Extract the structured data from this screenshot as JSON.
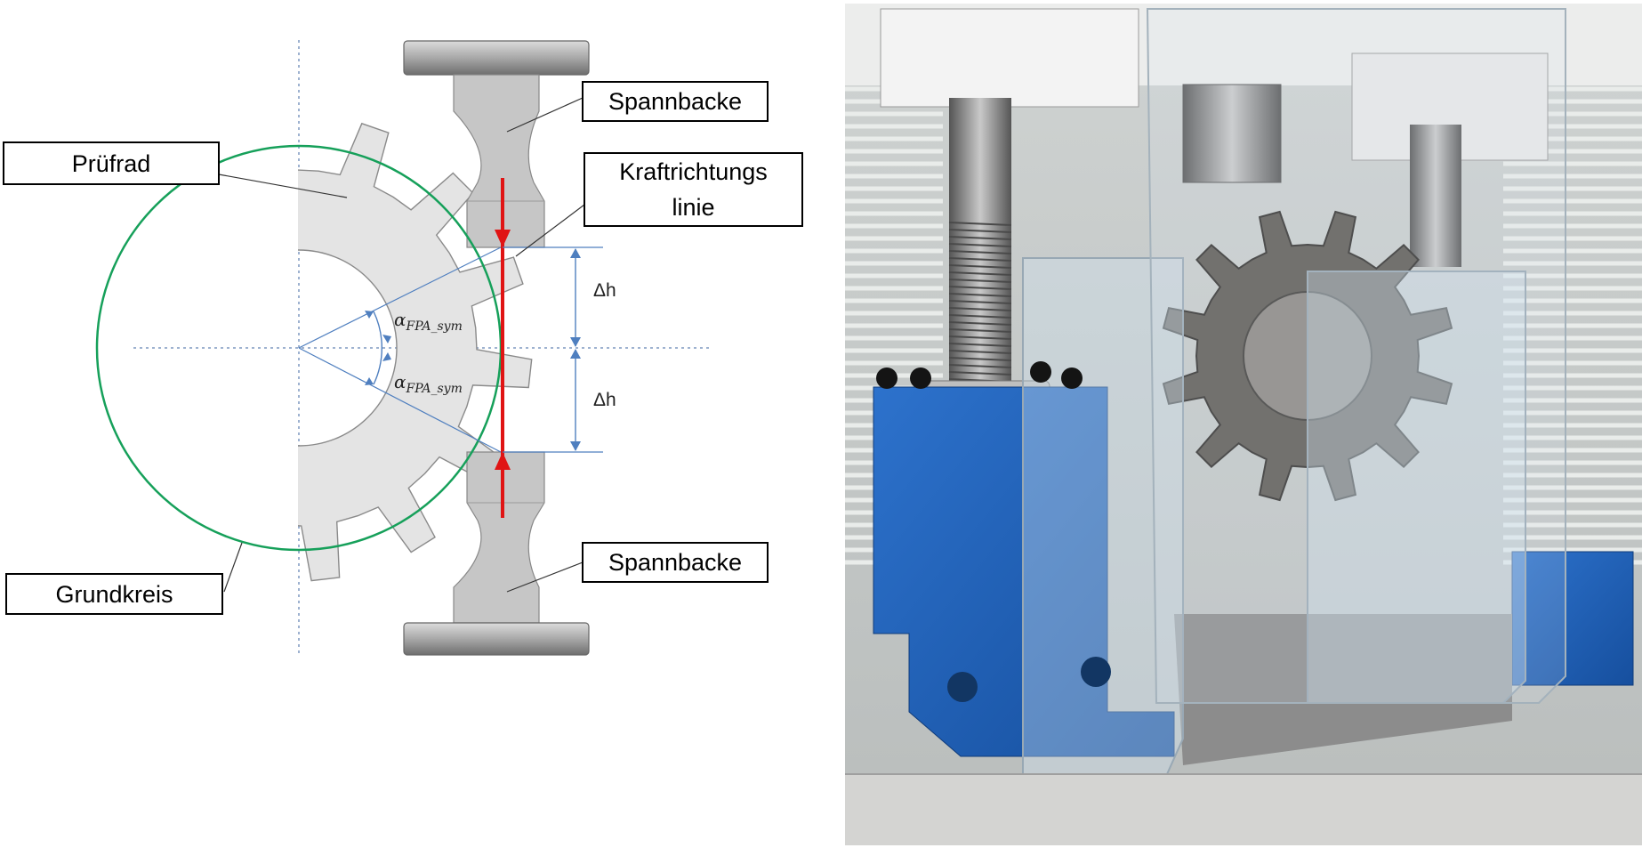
{
  "labels": {
    "pruefrad": "Prüfrad",
    "spannbacke_top": "Spannbacke",
    "kraftrichtung_line1": "Kraftrichtungs",
    "kraftrichtung_line2": "linie",
    "spannbacke_bottom": "Spannbacke",
    "grundkreis": "Grundkreis"
  },
  "dimensions": {
    "delta_h_top": "Δh",
    "delta_h_bottom": "Δh"
  },
  "angles": {
    "symbol": "α",
    "subscript": "FPA_sym"
  },
  "colors": {
    "base_circle": "#16a05a",
    "force_arrow": "#e01414",
    "gear_fill": "#e4e4e4",
    "gear_stroke": "#8a8a8a",
    "jaw_fill": "#c6c6c6",
    "dimension_line": "#4f7fbf",
    "machine_blue": "#1e5fb8"
  }
}
